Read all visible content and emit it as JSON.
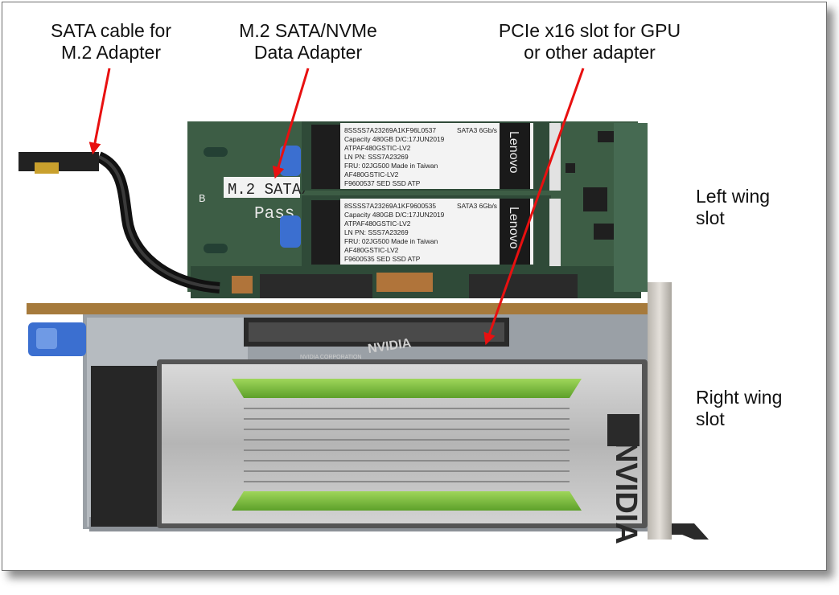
{
  "callouts": {
    "sata_cable": "SATA cable for\nM.2 Adapter",
    "m2_adapter": "M.2 SATA/NVMe\nData Adapter",
    "pcie_slot": "PCIe x16 slot for GPU\nor other adapter",
    "left_wing": "Left wing\nslot",
    "right_wing": "Right wing\nslot"
  },
  "board_print": {
    "adapter_label": "M.2 SATA/",
    "pass_text": "Pass",
    "b_marker": "B"
  },
  "ssd_top": {
    "line1": "8SSSS7A23269A1KF96L0537",
    "line2": "Capacity 480GB  D/C:17JUN2019",
    "line3": "ATPAF480GSTIC-LV2",
    "line4": "LN PN: SSS7A23269",
    "line5": "FRU: 02JG500  Made in Taiwan",
    "line6": "AF480GSTIC-LV2",
    "line7": "F9600537  SED SSD ATP",
    "interface": "SATA3 6Gb/s",
    "brand": "Lenovo"
  },
  "ssd_bottom": {
    "line1": "8SSSS7A23269A1KF9600535",
    "line2": "Capacity 480GB  D/C:17JUN2019",
    "line3": "ATPAF480GSTIC-LV2",
    "line4": "LN PN: SSS7A23269",
    "line5": "FRU: 02JG500  Made in Taiwan",
    "line6": "AF480GSTIC-LV2",
    "line7": "F9600535  SED SSD ATP",
    "interface": "SATA3 6Gb/s",
    "brand": "Lenovo"
  },
  "gpu": {
    "brand_text": "NVIDIA",
    "corp_text": "NVIDIA CORPORATION"
  },
  "colors": {
    "pcb": "#3d5d45",
    "arrow": "#e81010",
    "gpu_green": "#7fc241",
    "bracket": "#d6d2cc"
  }
}
